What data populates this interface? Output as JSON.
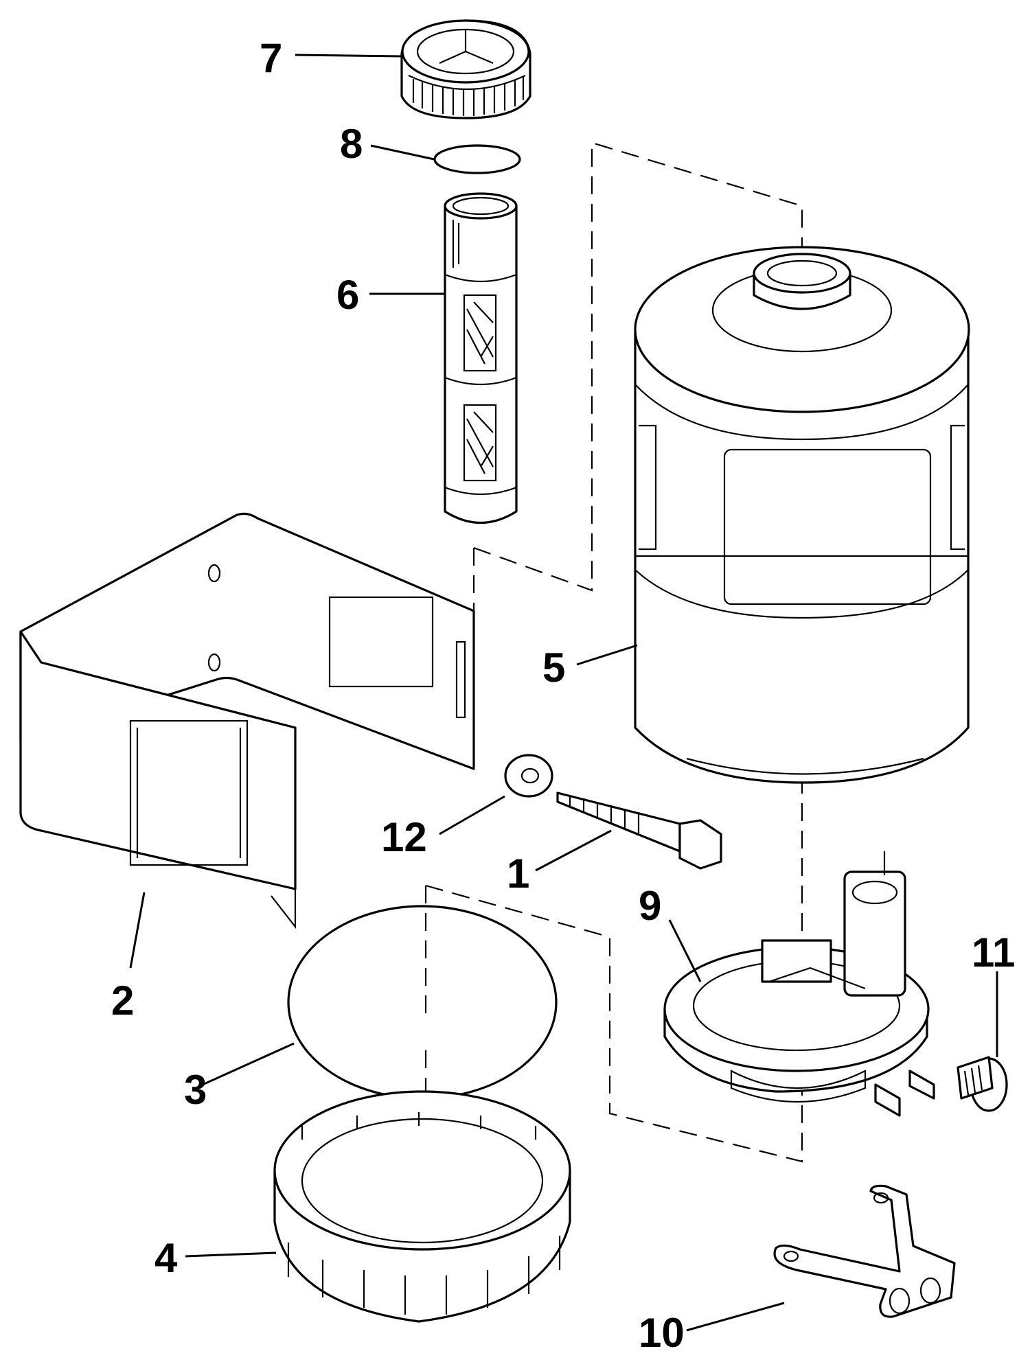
{
  "diagram": {
    "parts": [
      {
        "id": "cap",
        "label": "7"
      },
      {
        "id": "o-ring-small",
        "label": "8"
      },
      {
        "id": "filter-screen",
        "label": "6"
      },
      {
        "id": "reservoir-tank",
        "label": "5"
      },
      {
        "id": "mounting-bracket",
        "label": "2"
      },
      {
        "id": "washer",
        "label": "12"
      },
      {
        "id": "lag-screw",
        "label": "1"
      },
      {
        "id": "pump-assembly",
        "label": "9"
      },
      {
        "id": "hose-clamp",
        "label": "11"
      },
      {
        "id": "o-ring-large",
        "label": "3"
      },
      {
        "id": "retaining-ring",
        "label": "4"
      },
      {
        "id": "ground-strap",
        "label": "10"
      }
    ]
  }
}
